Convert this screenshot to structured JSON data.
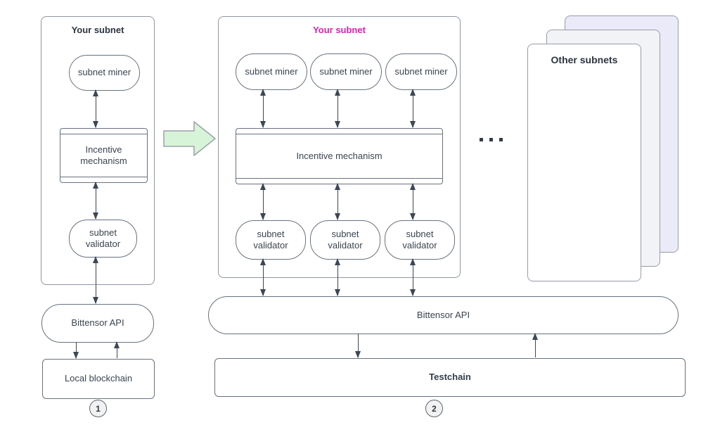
{
  "panel_local": {
    "step_label": "1",
    "title": "Your subnet",
    "miner_label": "subnet miner",
    "incentive_label": "Incentive mechanism",
    "validator_label": "subnet validator",
    "api_label": "Bittensor API",
    "chain_label": "Local blockchain"
  },
  "panel_test": {
    "step_label": "2",
    "title": "Your subnet",
    "miner_labels": [
      "subnet miner",
      "subnet miner",
      "subnet miner"
    ],
    "incentive_label": "Incentive mechanism",
    "validator_labels": [
      "subnet validator",
      "subnet validator",
      "subnet validator"
    ],
    "api_label": "Bittensor API",
    "chain_label": "Testchain"
  },
  "other_subnets": {
    "title": "Other subnets"
  },
  "colors": {
    "accent_pink": "#df1fae",
    "green_arrow_fill": "#d8f4d8",
    "green_arrow_stroke": "#9aa1aa",
    "lavender_card": "#eaeaf9",
    "gray_card": "#f2f3f6",
    "arrow_color": "#3d4754"
  }
}
